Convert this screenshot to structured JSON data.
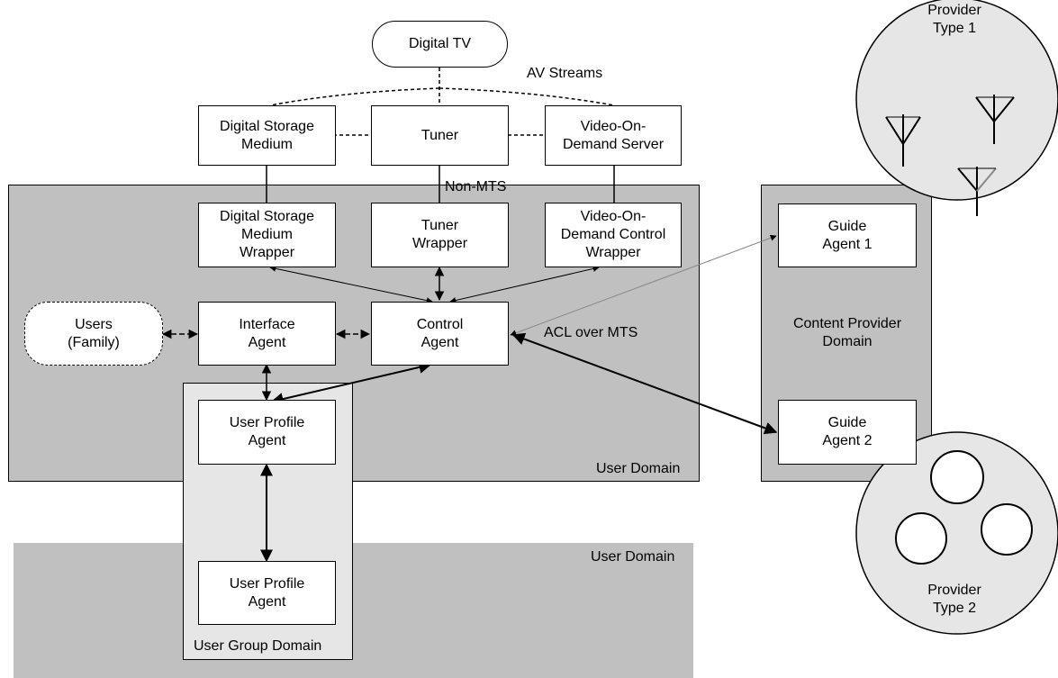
{
  "colors": {
    "domain_fill": "#c0c0c0",
    "group_fill": "#e6e6e6",
    "provider_fill": "#e6e6e6",
    "line": "#000000"
  },
  "domains": {
    "user_domain_1": "User Domain",
    "user_domain_2": "User Domain",
    "content_provider": "Content Provider\nDomain",
    "user_group": "User Group Domain"
  },
  "nodes": {
    "digital_tv": "Digital TV",
    "dsm": "Digital Storage\nMedium",
    "tuner": "Tuner",
    "vod_server": "Video-On-\nDemand Server",
    "dsm_wrapper": "Digital Storage\nMedium\nWrapper",
    "tuner_wrapper": "Tuner\nWrapper",
    "vod_wrapper": "Video-On-\nDemand Control\nWrapper",
    "users": "Users\n(Family)",
    "interface_agent": "Interface\nAgent",
    "control_agent": "Control\nAgent",
    "user_profile_agent_1": "User Profile\nAgent",
    "user_profile_agent_2": "User Profile\nAgent",
    "guide_agent_1": "Guide\nAgent 1",
    "guide_agent_2": "Guide\nAgent 2"
  },
  "labels": {
    "av_streams": "AV Streams",
    "non_mts": "Non-MTS",
    "acl_over_mts": "ACL over MTS",
    "provider_type_1": "Provider\nType 1",
    "provider_type_2": "Provider\nType 2"
  }
}
